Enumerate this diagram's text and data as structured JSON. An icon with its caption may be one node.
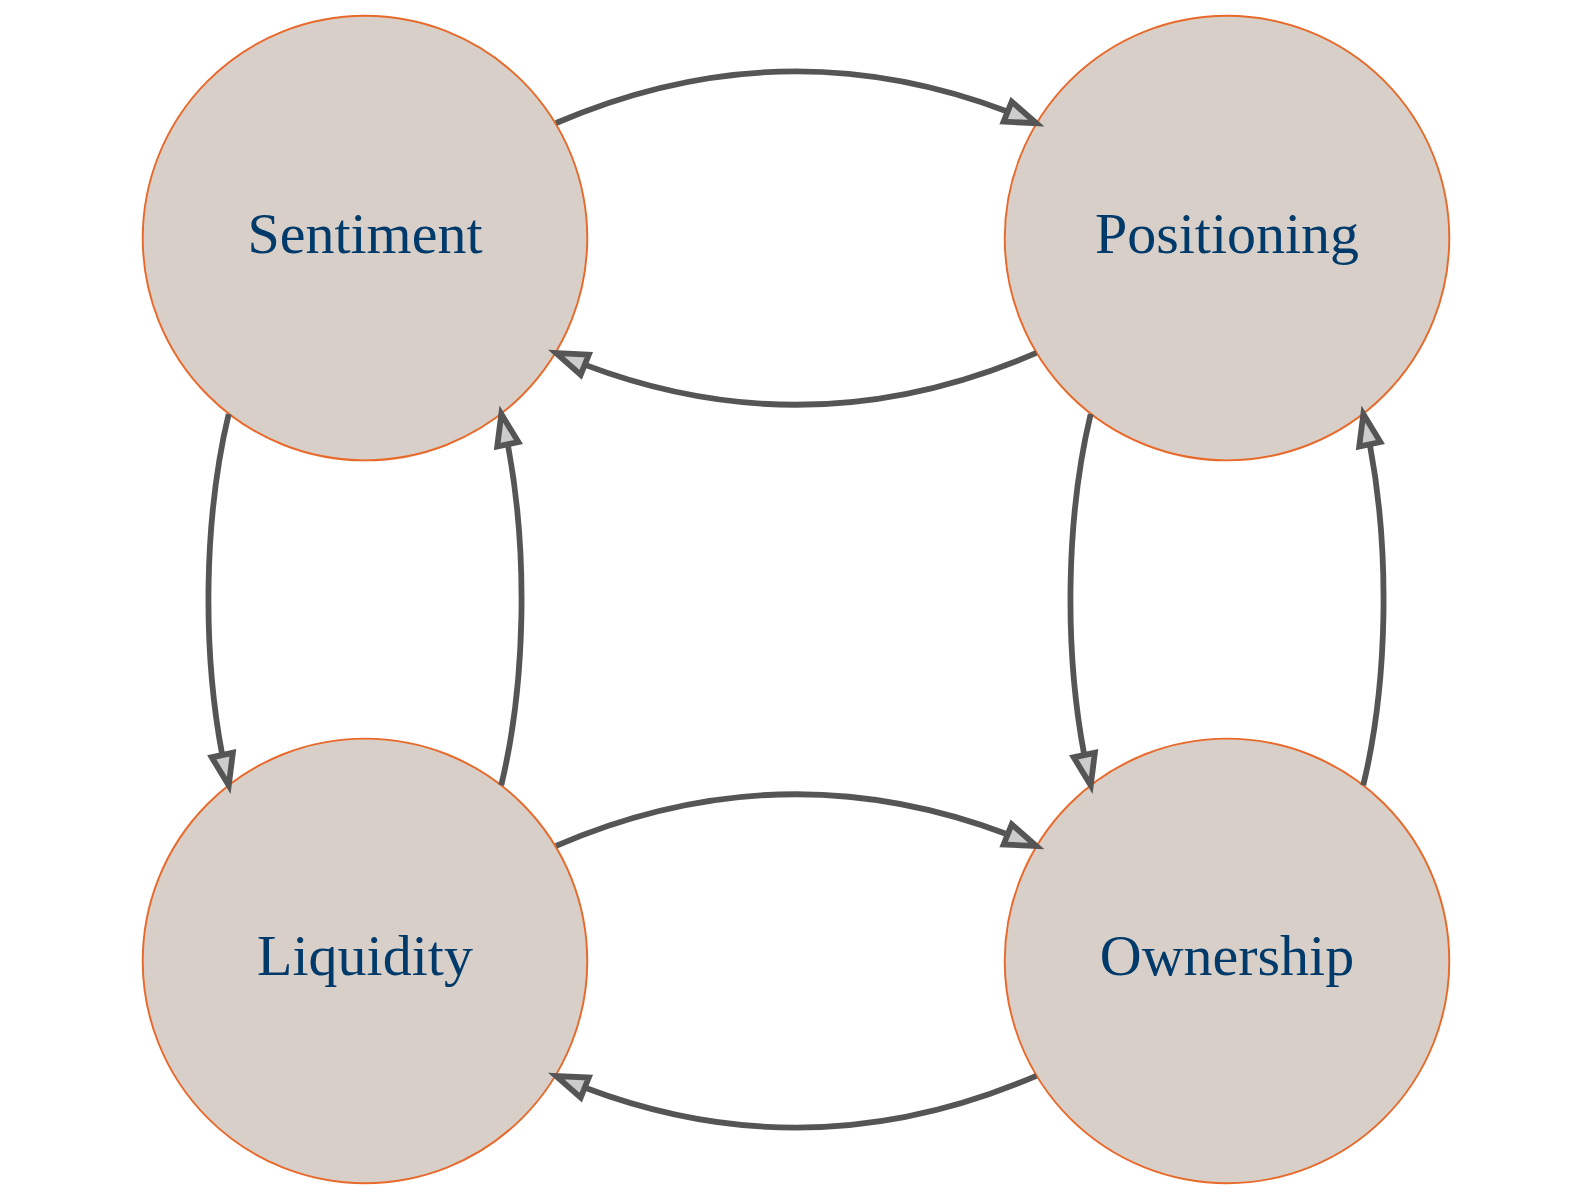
{
  "diagram": {
    "nodes": [
      {
        "text": [
          "Sentiment"
        ]
      },
      {
        "text": [
          "Positioning"
        ]
      },
      {
        "text": [
          "Liquidity"
        ]
      },
      {
        "text": [
          "Ownership"
        ]
      }
    ],
    "edges": [
      {
        "from": 1,
        "to": 0,
        "arrow": "to"
      },
      {
        "from": 0,
        "to": 1,
        "arrow": "to"
      },
      {
        "from": 0,
        "to": 2,
        "arrow": "to"
      },
      {
        "from": 2,
        "to": 0,
        "arrow": "to"
      },
      {
        "from": 3,
        "to": 1,
        "arrow": "to"
      },
      {
        "from": 1,
        "to": 3,
        "arrow": "to"
      },
      {
        "from": 3,
        "to": 2,
        "arrow": "to"
      },
      {
        "from": 2,
        "to": 3,
        "arrow": "to"
      }
    ]
  }
}
